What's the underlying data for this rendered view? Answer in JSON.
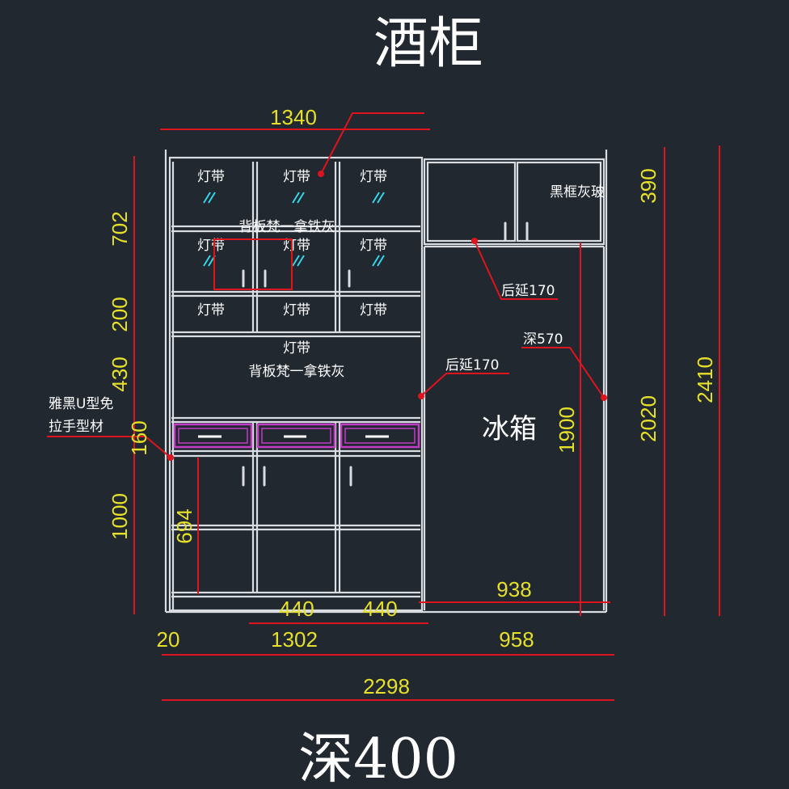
{
  "title": "酒柜",
  "footer": "深400",
  "dimensions": {
    "top_width": "1340",
    "upper_height": "702",
    "shelf_height": "200",
    "open_height": "430",
    "drawer_height": "160",
    "base_height": "1000",
    "inner_height": "694",
    "right_top": "390",
    "fridge_height": "1900",
    "right_lower": "2020",
    "total_height": "2410",
    "fridge_width": "938",
    "door_a": "440",
    "door_b": "440",
    "side": "20",
    "left_width": "1302",
    "right_width": "958",
    "total_width": "2298"
  },
  "labels": {
    "light": "灯带",
    "backboard_top": "背板梵一拿铁灰",
    "backboard_mid": "背板梵一拿铁灰",
    "black_frame": "黑框灰玻",
    "rear_offset_1": "后延170",
    "rear_offset_2": "后延170",
    "depth_570": "深570",
    "fridge": "冰箱",
    "handle_line1": "雅黑U型免",
    "handle_line2": "拉手型材"
  }
}
